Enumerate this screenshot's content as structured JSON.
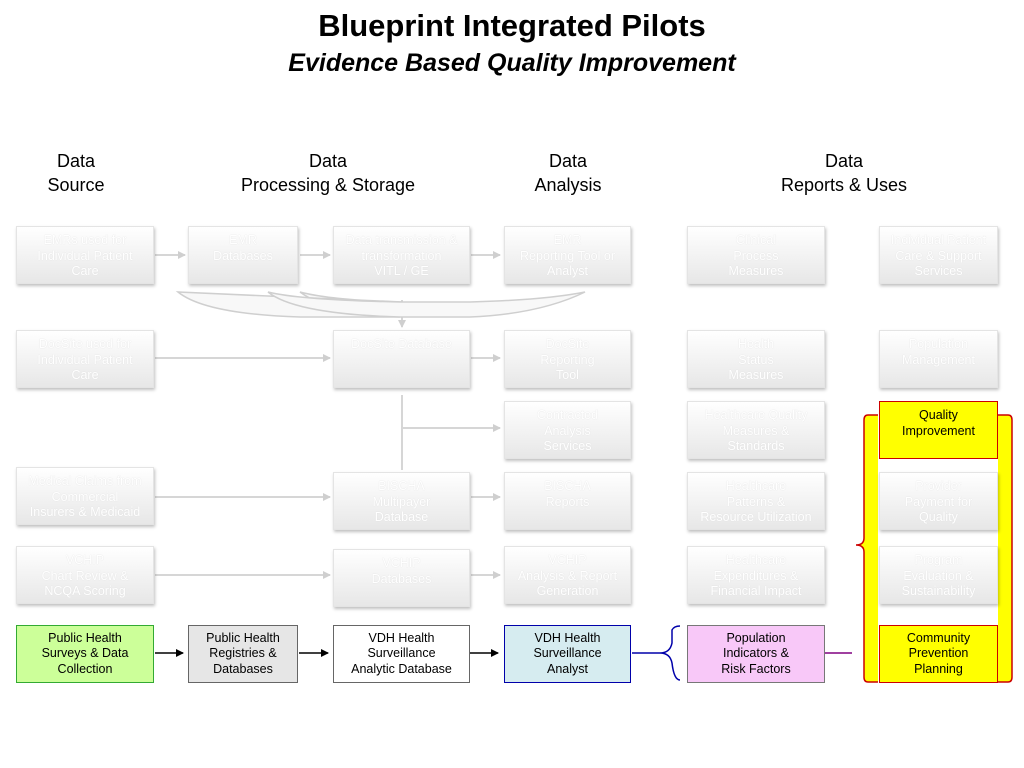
{
  "title": "Blueprint Integrated Pilots",
  "subtitle": "Evidence Based Quality Improvement",
  "columns": [
    {
      "line1": "Data",
      "line2": "Source"
    },
    {
      "line1": "Data",
      "line2": "Processing & Storage"
    },
    {
      "line1": "Data",
      "line2": "Analysis"
    },
    {
      "line1": "Data",
      "line2": "Reports & Uses"
    }
  ],
  "boxes": {
    "emr_patient_care": "EMRs used for\nIndividual Patient\nCare",
    "emr_databases": "EMR\nDatabases",
    "data_transmission": "Data transmission &\ntransformation\nVITL / GE",
    "emr_reporting": "EMR\nReporting Tool or\nAnalyst",
    "clinical_process": "Clinical\nProcess\nMeasures",
    "individual_care": "Individual Patient\nCare & Support\nServices",
    "docsite_patient_care": "DocSite used for\nIndividual Patient\nCare",
    "docsite_database": "DocSite Database",
    "docsite_reporting": "DocSite\nReporting\nTool",
    "health_status": "Health\nStatus\nMeasures",
    "population_mgmt": "Population\nManagement",
    "contracted_analysis": "Contracted\nAnalysis\nServices",
    "healthcare_quality": "Healthcare Quality\nMeasures &\nStandards",
    "quality_improvement": "Quality\nImprovement",
    "medical_claims": "Medical Claims from\nCommercial\nInsurers & Medicaid",
    "bischa_db": "BISCHA\nMultipayer\nDatabase",
    "bischa_reports": "BISCHA\nReports",
    "healthcare_patterns": "Healthcare\nPatterns &\nResource Utilization",
    "provider_payment": "Provider\nPayment for\nQuality",
    "vchip_chart": "VCHIP\nChart Review &\nNCQA Scoring",
    "vchip_db": "VCHIP\nDatabases",
    "vchip_analysis": "VCHIP\nAnalysis & Report\nGeneration",
    "healthcare_expenditures": "Healthcare\nExpenditures &\nFinancial Impact",
    "program_evaluation": "Program\nEvaluation &\nSustainability",
    "public_health_surveys": "Public Health\nSurveys & Data\nCollection",
    "public_health_registries": "Public Health\nRegistries &\nDatabases",
    "vdh_db": "VDH Health\nSurveillance\nAnalytic Database",
    "vdh_analyst": "VDH Health\nSurveillance\nAnalyst",
    "population_indicators": "Population\nIndicators &\nRisk Factors",
    "community_prevention": "Community\nPrevention\nPlanning"
  },
  "colors": {
    "green": "#ccff99",
    "grey": "#e6e6e6",
    "blue": "#d6ecf0",
    "pink": "#f8c8f8",
    "yellow": "#ffff00",
    "yellow_border": "#cc0000"
  }
}
